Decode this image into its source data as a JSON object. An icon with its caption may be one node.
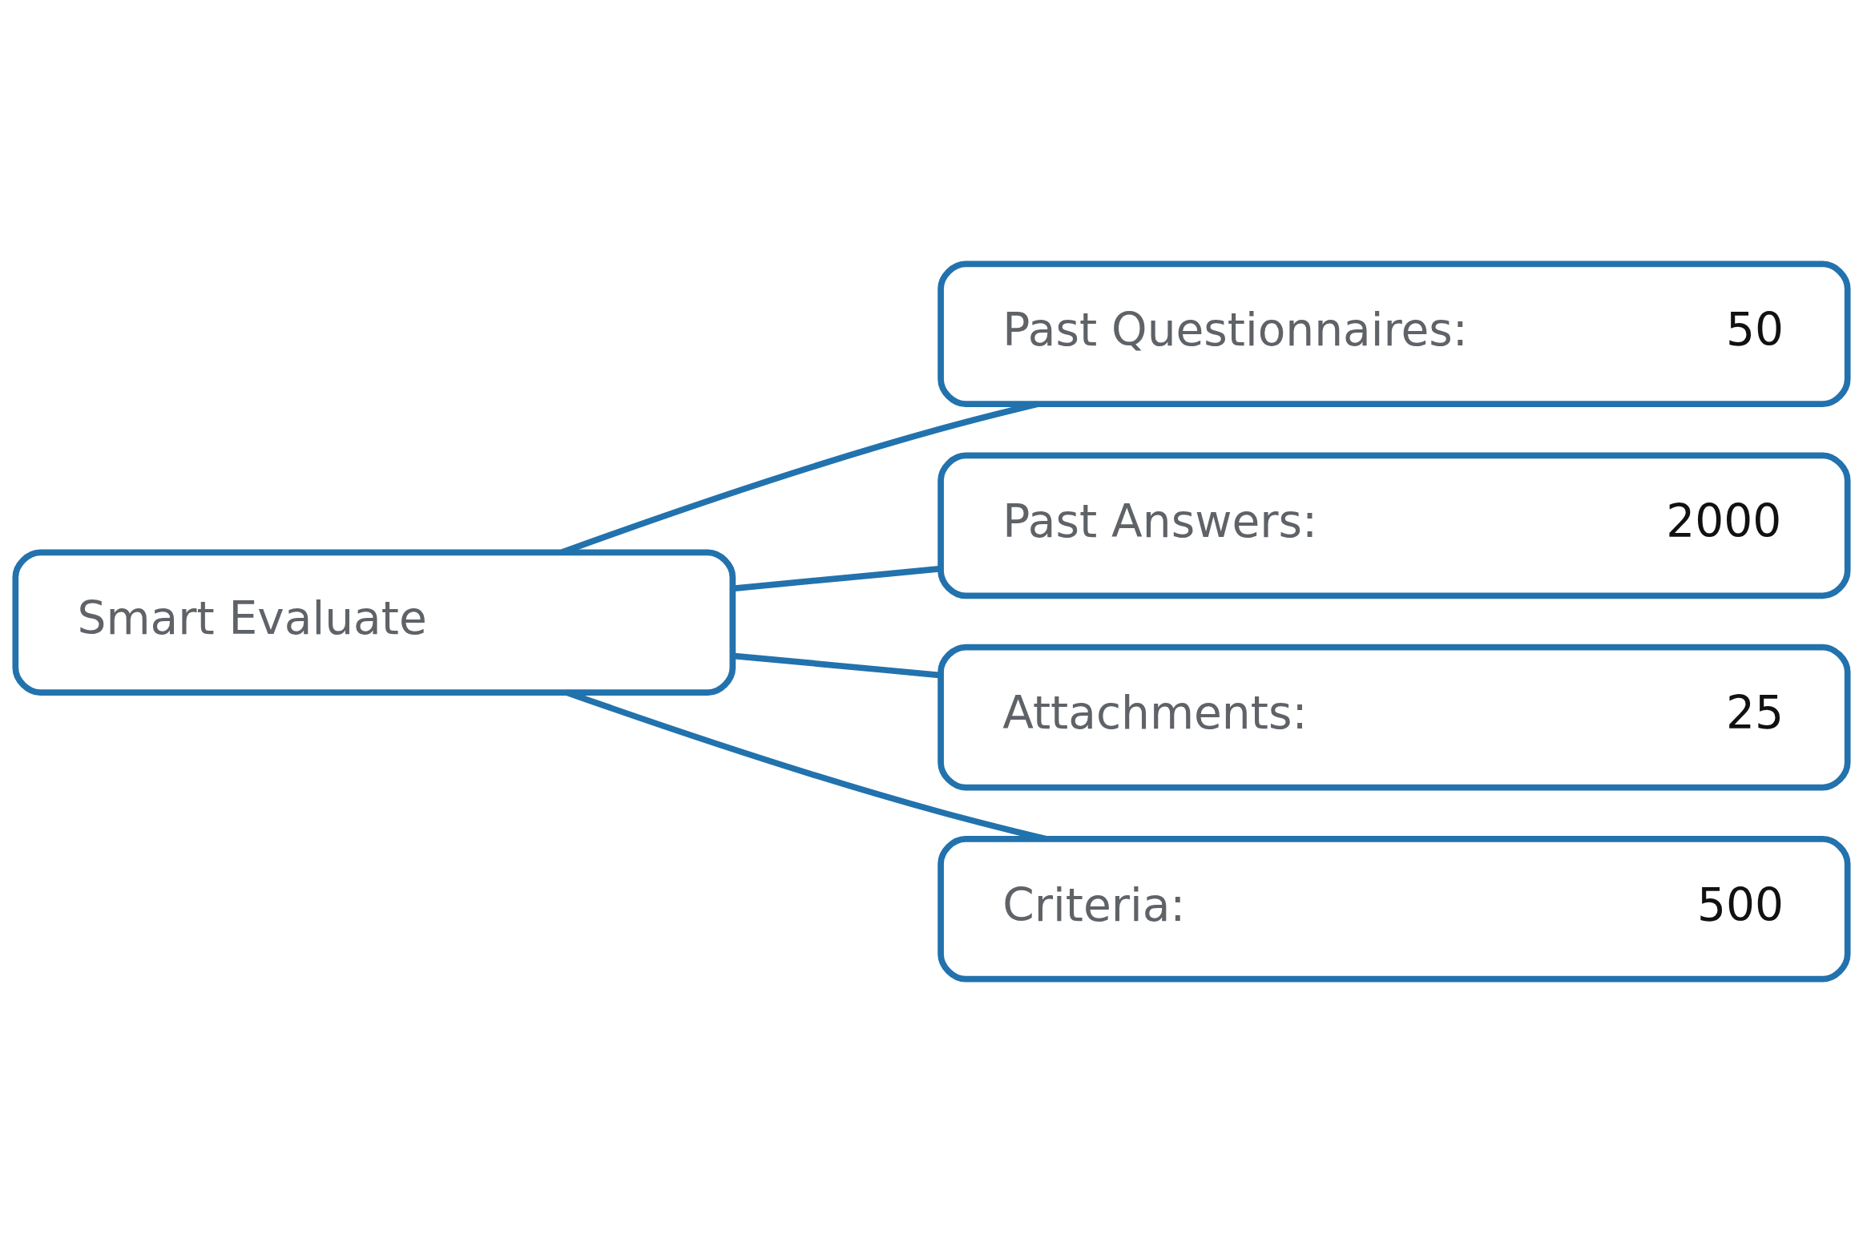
{
  "diagram": {
    "nodes": [
      {
        "text": [
          "Smart Evaluate"
        ]
      },
      {
        "text": [
          "Past Questionnaires:",
          "50"
        ]
      },
      {
        "text": [
          "Past Answers:",
          "2000"
        ]
      },
      {
        "text": [
          "Attachments:",
          "25"
        ]
      },
      {
        "text": [
          "Criteria:",
          "500"
        ]
      }
    ],
    "edges": [
      {
        "from": 0,
        "to": 1,
        "arrow": "none"
      },
      {
        "from": 0,
        "to": 2,
        "arrow": "none"
      },
      {
        "from": 0,
        "to": 3,
        "arrow": "none"
      },
      {
        "from": 0,
        "to": 4,
        "arrow": "none"
      }
    ]
  }
}
